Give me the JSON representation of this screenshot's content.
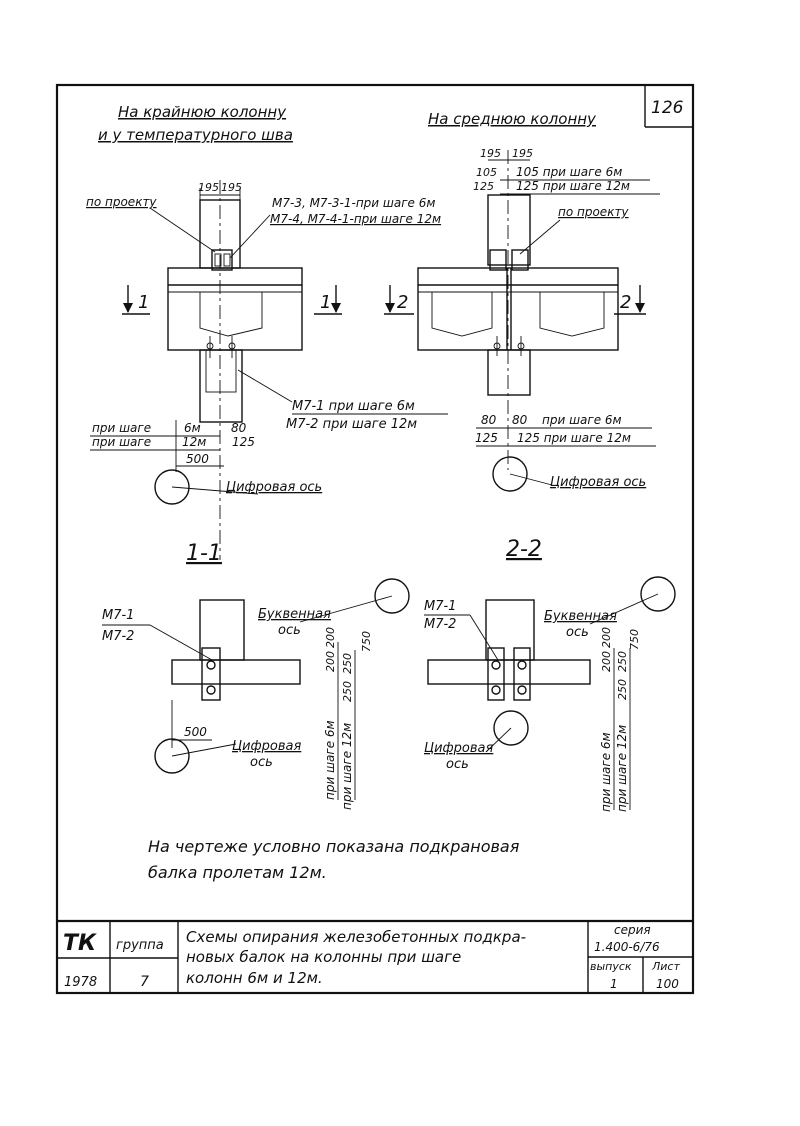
{
  "sheet_number": "126",
  "left_view": {
    "title_line1": "На крайнюю колонну",
    "title_line2": "и у температурного шва",
    "dim_top_a": "195",
    "dim_top_b": "195",
    "label_project": "по проекту",
    "label_m73": "М7-3, М7-3-1-при шаге 6м",
    "label_m74": "М7-4, М7-4-1-при шаге 12м",
    "section_mark": "1",
    "label_m71": "М7-1 при шаге 6м",
    "label_m72": "М7-2 при шаге 12м",
    "step6_text": "при шаге",
    "step6_val": "6м",
    "step6_dim": "80",
    "step12_text": "при шаге",
    "step12_val": "12м",
    "step12_dim": "125",
    "dim_500": "500",
    "axis_label": "Цифровая ось"
  },
  "right_view": {
    "title": "На среднюю колонну",
    "dim_top_a": "195",
    "dim_top_b": "195",
    "dim_105": "105",
    "label_105": "105 при шаге 6м",
    "dim_125": "125",
    "label_125": "125 при шаге 12м",
    "label_project": "по проекту",
    "section_mark": "2",
    "dim_80a": "80",
    "dim_80b": "80",
    "label_80": "при шаге 6м",
    "dim_125a": "125",
    "label_125b": "125 при шаге 12м",
    "axis_label": "Цифровая ось"
  },
  "section_1": {
    "title": "1-1",
    "label_m71": "М7-1",
    "label_m72": "М7-2",
    "axis_letter_line1": "Буквенная",
    "axis_letter_line2": "ось",
    "dim_200a": "200",
    "dim_200b": "200",
    "dim_250a": "250",
    "dim_250b": "250",
    "dim_750": "750",
    "step6_label": "при шаге 6м",
    "step12_label": "при шаге 12м",
    "dim_500": "500",
    "axis_digit_line1": "Цифровая",
    "axis_digit_line2": "ось"
  },
  "section_2": {
    "title": "2-2",
    "label_m71": "М7-1",
    "label_m72": "М7-2",
    "axis_letter_line1": "Буквенная",
    "axis_letter_line2": "ось",
    "dim_200a": "200",
    "dim_200b": "200",
    "dim_250a": "250",
    "dim_250b": "250",
    "dim_750": "750",
    "step6_label": "при шаге 6м",
    "step12_label": "при шаге 12м",
    "axis_digit_line1": "Цифровая",
    "axis_digit_line2": "ось"
  },
  "note_line1": "На чертеже  условно показана подкрановая",
  "note_line2": "балка пролетам 12м.",
  "title_block": {
    "org": "ТК",
    "group_label": "группа",
    "year": "1978",
    "group_value": "7",
    "title_line1": "Схемы опирания железобетонных подкра-",
    "title_line2": "новых балок на колонны при шаге",
    "title_line3": "колонн 6м и 12м.",
    "series_label": "серия",
    "series_value": "1.400-6/76",
    "issue_label": "выпуск",
    "issue_value": "1",
    "sheet_label": "Лист",
    "sheet_value": "100"
  }
}
